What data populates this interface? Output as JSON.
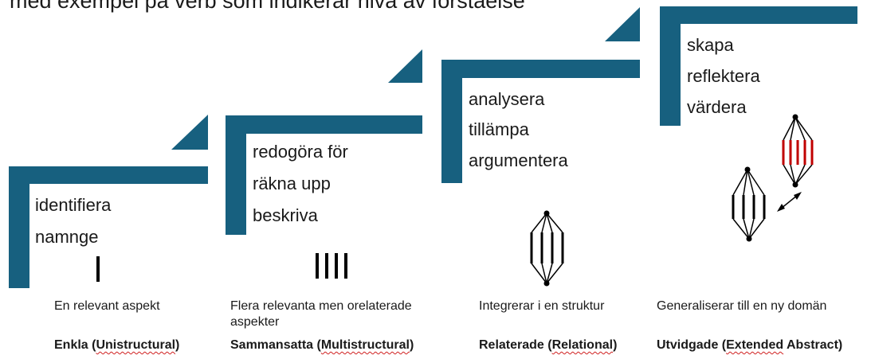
{
  "title": "med exempel på verb som indikerar nivå av förståelse",
  "colors": {
    "step": "#17607f",
    "accent_line": "#c00000",
    "line": "#000000"
  },
  "levels": [
    {
      "verbs": [
        "identifiera",
        "namnge"
      ],
      "description": "En relevant aspekt",
      "label_main": "Enkla (",
      "label_term": "Unistructural",
      "label_end": ")"
    },
    {
      "verbs": [
        "redogöra för",
        "räkna upp",
        "beskriva"
      ],
      "description": "Flera relevanta men orelaterade aspekter",
      "label_main": "Sammansatta (",
      "label_term": "Multistructural",
      "label_end": ")"
    },
    {
      "verbs": [
        "analysera",
        "tillämpa",
        "argumentera"
      ],
      "description": "Integrerar i en struktur",
      "label_main": "Relaterade (",
      "label_term": "Relational",
      "label_end": ")"
    },
    {
      "verbs": [
        "skapa",
        "reflektera",
        "värdera"
      ],
      "description": "Generaliserar till en ny domän",
      "label_main": "Utvidgade (",
      "label_term": "Extended",
      "label_end": " Abstract)"
    }
  ]
}
